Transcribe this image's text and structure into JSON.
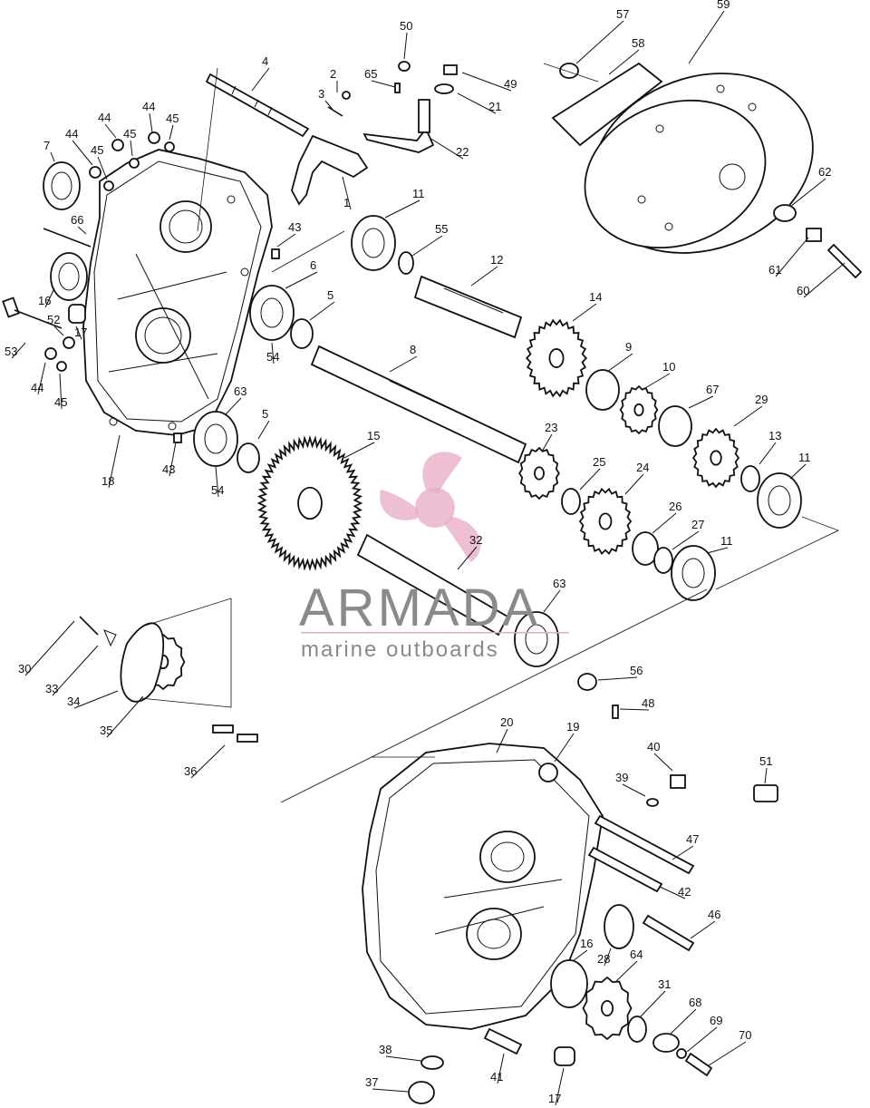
{
  "watermark": {
    "brand": "ARMADA",
    "tagline": "marine outboards",
    "logo_color": "#e8a9c6",
    "text_color": "#8a8a8a"
  },
  "callouts": [
    {
      "id": "c4",
      "text": "4"
    },
    {
      "id": "c2",
      "text": "2"
    },
    {
      "id": "c3",
      "text": "3"
    },
    {
      "id": "c1",
      "text": "1"
    },
    {
      "id": "c50",
      "text": "50"
    },
    {
      "id": "c65",
      "text": "65"
    },
    {
      "id": "c49",
      "text": "49"
    },
    {
      "id": "c21",
      "text": "21"
    },
    {
      "id": "c22",
      "text": "22"
    },
    {
      "id": "c57",
      "text": "57"
    },
    {
      "id": "c58",
      "text": "58"
    },
    {
      "id": "c59",
      "text": "59"
    },
    {
      "id": "c62",
      "text": "62"
    },
    {
      "id": "c61",
      "text": "61"
    },
    {
      "id": "c60",
      "text": "60"
    },
    {
      "id": "c44a",
      "text": "44"
    },
    {
      "id": "c45a",
      "text": "45"
    },
    {
      "id": "c44b",
      "text": "44"
    },
    {
      "id": "c45b",
      "text": "45"
    },
    {
      "id": "c44c",
      "text": "44"
    },
    {
      "id": "c45c",
      "text": "45"
    },
    {
      "id": "c7",
      "text": "7"
    },
    {
      "id": "c66",
      "text": "66"
    },
    {
      "id": "c43a",
      "text": "43"
    },
    {
      "id": "c11a",
      "text": "11"
    },
    {
      "id": "c55",
      "text": "55"
    },
    {
      "id": "c12",
      "text": "12"
    },
    {
      "id": "c6",
      "text": "6"
    },
    {
      "id": "c5a",
      "text": "5"
    },
    {
      "id": "c14",
      "text": "14"
    },
    {
      "id": "c16a",
      "text": "16"
    },
    {
      "id": "c52",
      "text": "52"
    },
    {
      "id": "c17a",
      "text": "17"
    },
    {
      "id": "c53",
      "text": "53"
    },
    {
      "id": "c54a",
      "text": "54"
    },
    {
      "id": "c8",
      "text": "8"
    },
    {
      "id": "c9",
      "text": "9"
    },
    {
      "id": "c10",
      "text": "10"
    },
    {
      "id": "c44d",
      "text": "44"
    },
    {
      "id": "c45d",
      "text": "45"
    },
    {
      "id": "c67",
      "text": "67"
    },
    {
      "id": "c29",
      "text": "29"
    },
    {
      "id": "c63a",
      "text": "63"
    },
    {
      "id": "c5b",
      "text": "5"
    },
    {
      "id": "c18",
      "text": "18"
    },
    {
      "id": "c43b",
      "text": "43"
    },
    {
      "id": "c54b",
      "text": "54"
    },
    {
      "id": "c15",
      "text": "15"
    },
    {
      "id": "c23",
      "text": "23"
    },
    {
      "id": "c13",
      "text": "13"
    },
    {
      "id": "c11b",
      "text": "11"
    },
    {
      "id": "c25",
      "text": "25"
    },
    {
      "id": "c24",
      "text": "24"
    },
    {
      "id": "c26",
      "text": "26"
    },
    {
      "id": "c27",
      "text": "27"
    },
    {
      "id": "c11c",
      "text": "11"
    },
    {
      "id": "c32",
      "text": "32"
    },
    {
      "id": "c63b",
      "text": "63"
    },
    {
      "id": "c30",
      "text": "30"
    },
    {
      "id": "c33",
      "text": "33"
    },
    {
      "id": "c34",
      "text": "34"
    },
    {
      "id": "c35",
      "text": "35"
    },
    {
      "id": "c36",
      "text": "36"
    },
    {
      "id": "c56",
      "text": "56"
    },
    {
      "id": "c48",
      "text": "48"
    },
    {
      "id": "c20",
      "text": "20"
    },
    {
      "id": "c19",
      "text": "19"
    },
    {
      "id": "c40",
      "text": "40"
    },
    {
      "id": "c39",
      "text": "39"
    },
    {
      "id": "c51",
      "text": "51"
    },
    {
      "id": "c47",
      "text": "47"
    },
    {
      "id": "c42",
      "text": "42"
    },
    {
      "id": "c46",
      "text": "46"
    },
    {
      "id": "c16b",
      "text": "16"
    },
    {
      "id": "c28",
      "text": "28"
    },
    {
      "id": "c64",
      "text": "64"
    },
    {
      "id": "c31",
      "text": "31"
    },
    {
      "id": "c68",
      "text": "68"
    },
    {
      "id": "c69",
      "text": "69"
    },
    {
      "id": "c70",
      "text": "70"
    },
    {
      "id": "c38",
      "text": "38"
    },
    {
      "id": "c41",
      "text": "41"
    },
    {
      "id": "c17b",
      "text": "17"
    },
    {
      "id": "c37",
      "text": "37"
    }
  ]
}
